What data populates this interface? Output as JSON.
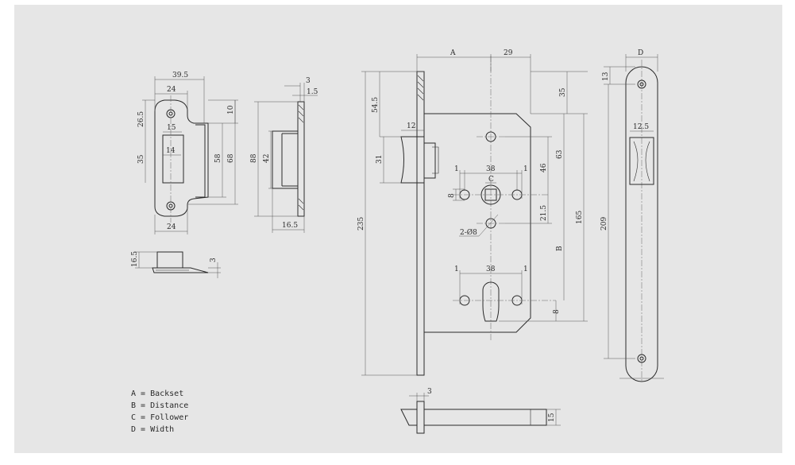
{
  "legend": [
    {
      "key": "A",
      "text": "A = Backset"
    },
    {
      "key": "B",
      "text": "B = Distance"
    },
    {
      "key": "C",
      "text": "C = Follower"
    },
    {
      "key": "D",
      "text": "D = Width"
    }
  ],
  "strike_front": {
    "top_width": "39.5",
    "inner_top": "24",
    "left_h": "26.5",
    "hole_w": "15",
    "lip": "10",
    "slot_w": "14",
    "slot_h": "35",
    "h1": "58",
    "h2": "68",
    "bottom_w": "24"
  },
  "strike_side": {
    "t1": "3",
    "t2": "1.5",
    "h_outer": "88",
    "h_inner": "42",
    "depth": "16.5"
  },
  "strike_bottom": {
    "depth": "16.5",
    "t": "3"
  },
  "lock_body": {
    "backset": "A",
    "bs29": "29",
    "top_off": "54.5",
    "latch_w": "12",
    "latch_h": "31",
    "total_h": "235",
    "faceplate_top": "35",
    "spindle_to_hole": "63",
    "hole_to_spindle": "46",
    "follower": "C",
    "follower_w": "38",
    "side1": "1",
    "side1b": "1",
    "follower_h": "8",
    "hole_off": "21.5",
    "holes": "2-Ø8",
    "distance": "B",
    "cyl_h": "165",
    "cyl_w": "38",
    "side2": "1",
    "side2b": "1",
    "cyl_off": "8"
  },
  "faceplate": {
    "width": "D",
    "top": "13",
    "slot_w": "12.5",
    "length": "209"
  },
  "bottom_view": {
    "t": "3",
    "h": "15"
  }
}
